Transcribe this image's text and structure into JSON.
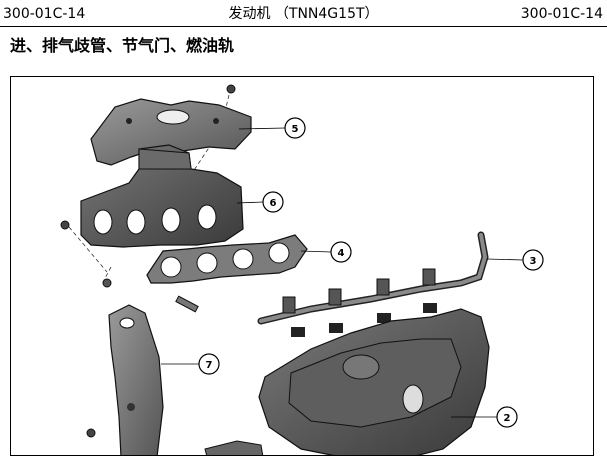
{
  "header": {
    "left_code": "300-01C-14",
    "center_title": "发动机 （TNN4G15T）",
    "right_code": "300-01C-14"
  },
  "section": {
    "title": "进、排气歧管、节气门、燃油轨"
  },
  "figure": {
    "callouts": [
      "5",
      "6",
      "4",
      "3",
      "7",
      "2"
    ]
  }
}
